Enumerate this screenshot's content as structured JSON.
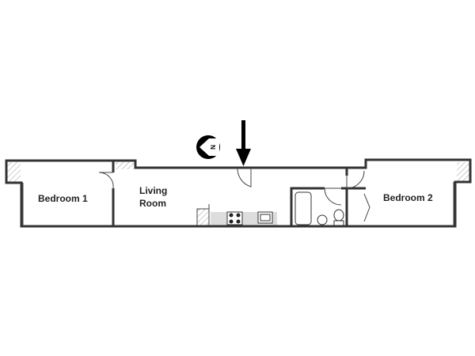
{
  "plan": {
    "rooms": [
      {
        "name": "Bedroom 1"
      },
      {
        "name": "Living",
        "name2": "Room"
      },
      {
        "name": "Bedroom 2"
      }
    ],
    "compass_letter": "N",
    "colors": {
      "wall": "#333333",
      "counter": "#dddddd",
      "hatch": "#999999"
    }
  }
}
